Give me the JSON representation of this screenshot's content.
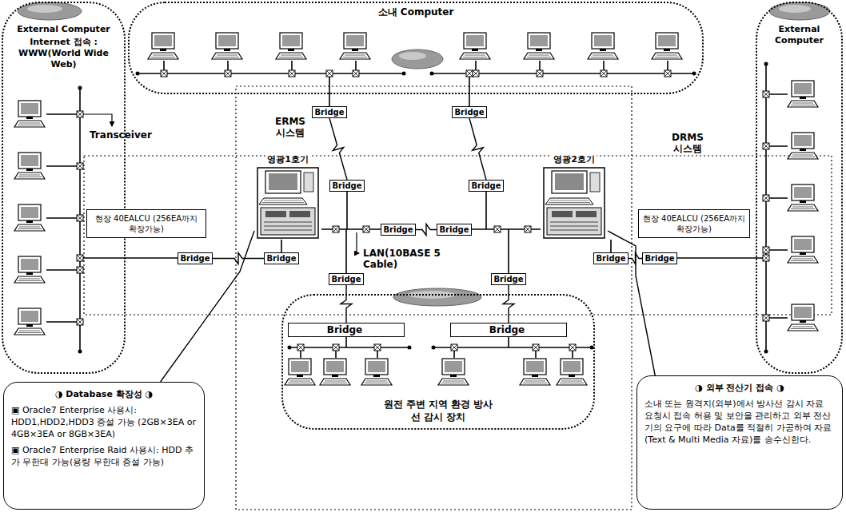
{
  "diagram": {
    "nodes": [
      {
        "text": [
          "소내 Computer"
        ]
      },
      {
        "text": [
          "External Computer",
          "Internet 접속 : WWW(World Wide Web)"
        ]
      },
      {
        "text": [
          "External Computer"
        ]
      },
      {
        "text": [
          "Bridge"
        ]
      },
      {
        "text": [
          "Bridge"
        ]
      },
      {
        "text": [
          "영광1호기"
        ]
      },
      {
        "text": [
          "영광2호기"
        ]
      },
      {
        "text": [
          "현장 40EALCU (256EA까지 확장가능)"
        ]
      },
      {
        "text": [
          "현장 40EALCU (256EA까지 확장가능)"
        ]
      },
      {
        "text": [
          "Bridge"
        ]
      },
      {
        "text": [
          "Bridge"
        ]
      },
      {
        "text": [
          "Bridge"
        ]
      },
      {
        "text": [
          "Bridge"
        ]
      },
      {
        "text": [
          "Bridge"
        ]
      },
      {
        "text": [
          "Bridge"
        ]
      },
      {
        "text": [
          "Bridge"
        ]
      },
      {
        "text": [
          "Bridge"
        ]
      },
      {
        "text": [
          "Bridge"
        ]
      },
      {
        "text": [
          "Bridge"
        ]
      },
      {
        "text": [
          "원전 주변 지역 환경 방사선 감시 장치"
        ]
      },
      {
        "text": [
          "Bridge"
        ],
        "in": 19
      },
      {
        "text": [
          "Bridge"
        ],
        "in": 19
      },
      {
        "text": [
          "◑ Database 확장성 ◑",
          "▣ Oracle7 Enterprise 사용시: HDD1,HDD2,HDD3 증설 가능 (2GB×3EA or 4GB×3EA or 8GB×3EA)",
          "▣ Oracle7 Enterprise Raid 사용시: HDD 추가 무한대 가능(용량 무한대 증설 가능)"
        ]
      },
      {
        "text": [
          "◑ 외부 전산기 접속 ◑",
          "소내 또는 원격지(외부)에서 방사선 감시 자료 요청시 접속 허용 및 보안을 관리하고 외부 전산기의 요구에 따라 Data를 적절히 가공하여 자료(Text & Multi Media 자료)를 송수신한다."
        ]
      }
    ],
    "edges": [
      {
        "from": 3,
        "to": 9,
        "arrow": "none"
      },
      {
        "from": 4,
        "to": 10,
        "arrow": "none"
      },
      {
        "from": 11,
        "to": 12,
        "arrow": "none"
      },
      {
        "from": 13,
        "to": 14,
        "arrow": "none"
      },
      {
        "from": 15,
        "to": 16,
        "arrow": "none"
      },
      {
        "from": 17,
        "to": 20,
        "arrow": "none"
      },
      {
        "from": 18,
        "to": 21,
        "arrow": "none"
      },
      {
        "from": 22,
        "to": 5,
        "arrow": "none"
      },
      {
        "from": 23,
        "to": 6,
        "arrow": "none"
      }
    ],
    "labels": [
      "ERMS 시스템",
      "DRMS 시스템",
      "Transceiver",
      "LAN(10BASE 5 Cable)"
    ]
  }
}
